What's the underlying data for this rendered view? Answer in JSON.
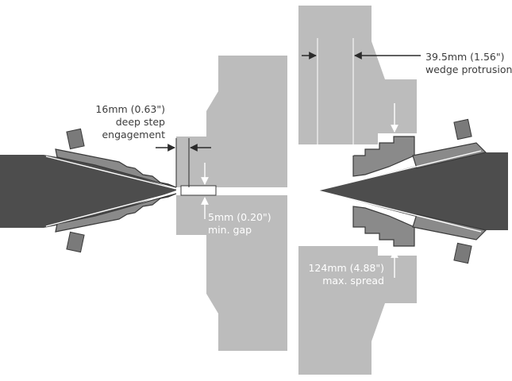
{
  "callouts": {
    "deep_step": {
      "line1": "16mm (0.63\")",
      "line2": "deep step",
      "line3": "engagement"
    },
    "protrusion": {
      "line1": "39.5mm (1.56\")",
      "line2": "wedge protrusion"
    },
    "gap": {
      "line1": "5mm (0.20\")",
      "line2": "min. gap"
    },
    "spread": {
      "line1": "124mm (4.88\")",
      "line2": "max. spread"
    }
  },
  "colors": {
    "cylinder": "#bcbcbc",
    "cylinder_text": "#ffffff",
    "wedge_dark": "#4d4d4d",
    "wedge_outline": "#3a3a3a",
    "jaw_mid": "#8a8a8a",
    "bolt": "#7a7a7a",
    "dim_line_dark": "#2b2b2b",
    "dim_line_light": "#ffffff",
    "label_text": "#3c3c3c"
  },
  "icons": {
    "dimension_arrow": "arrowhead"
  }
}
